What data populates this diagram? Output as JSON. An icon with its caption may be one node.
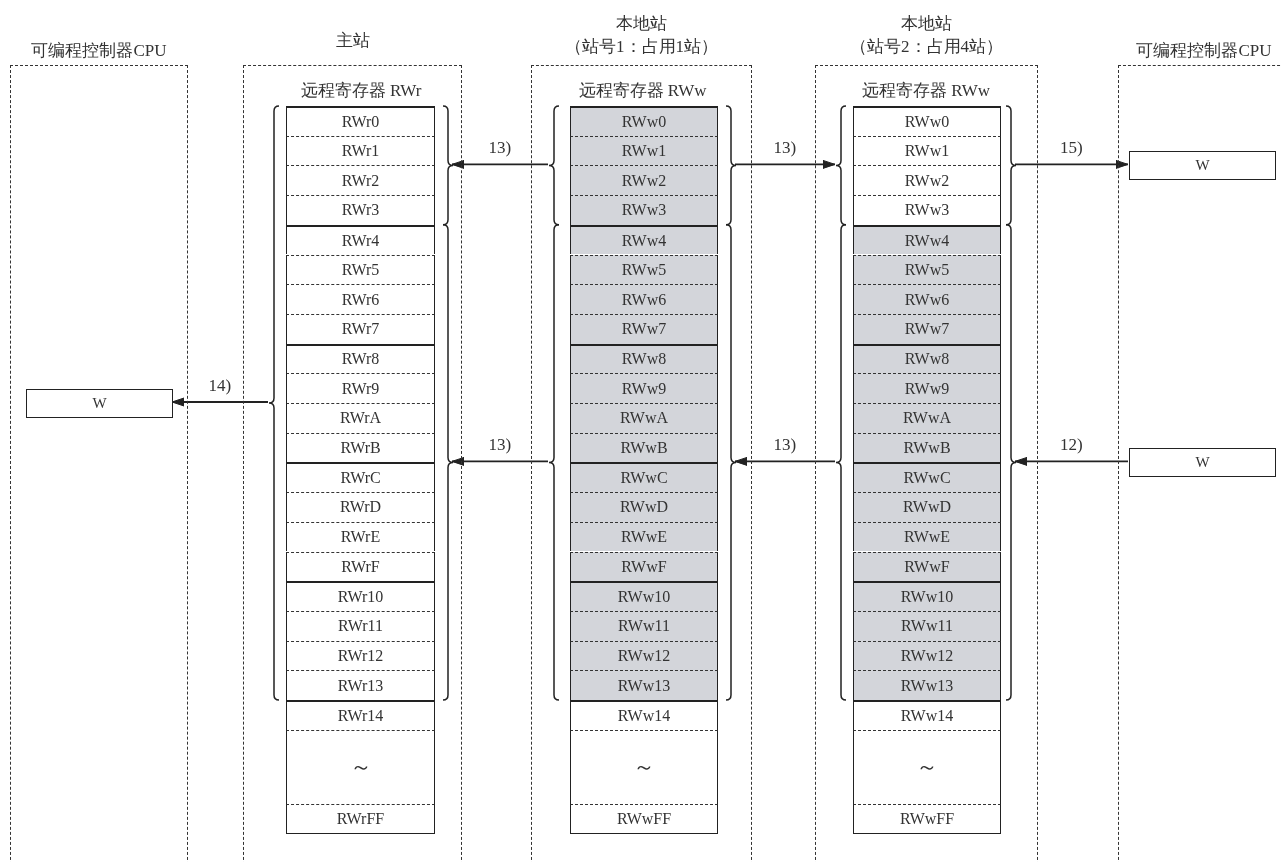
{
  "diagram": {
    "nodes": [
      {
        "text": [
          "可编程控制器CPU"
        ]
      },
      {
        "text": [
          "W"
        ],
        "in": 0
      },
      {
        "text": [
          "主站"
        ]
      },
      {
        "text": [
          "远程寄存器 RWr"
        ],
        "in": 2
      },
      {
        "text": [
          "RWr0"
        ],
        "in": 3
      },
      {
        "text": [
          "RWr1"
        ],
        "in": 3
      },
      {
        "text": [
          "RWr2"
        ],
        "in": 3
      },
      {
        "text": [
          "RWr3"
        ],
        "in": 3
      },
      {
        "text": [
          "RWr4"
        ],
        "in": 3
      },
      {
        "text": [
          "RWr5"
        ],
        "in": 3
      },
      {
        "text": [
          "RWr6"
        ],
        "in": 3
      },
      {
        "text": [
          "RWr7"
        ],
        "in": 3
      },
      {
        "text": [
          "RWr8"
        ],
        "in": 3
      },
      {
        "text": [
          "RWr9"
        ],
        "in": 3
      },
      {
        "text": [
          "RWrA"
        ],
        "in": 3
      },
      {
        "text": [
          "RWrB"
        ],
        "in": 3
      },
      {
        "text": [
          "RWrC"
        ],
        "in": 3
      },
      {
        "text": [
          "RWrD"
        ],
        "in": 3
      },
      {
        "text": [
          "RWrE"
        ],
        "in": 3
      },
      {
        "text": [
          "RWrF"
        ],
        "in": 3
      },
      {
        "text": [
          "RWr10"
        ],
        "in": 3
      },
      {
        "text": [
          "RWr11"
        ],
        "in": 3
      },
      {
        "text": [
          "RWr12"
        ],
        "in": 3
      },
      {
        "text": [
          "RWr13"
        ],
        "in": 3
      },
      {
        "text": [
          "RWr14"
        ],
        "in": 3
      },
      {
        "text": [
          "～"
        ],
        "in": 3
      },
      {
        "text": [
          "RWrFF"
        ],
        "in": 3
      },
      {
        "text": [
          "本地站",
          "（站号1：占用1站）"
        ]
      },
      {
        "text": [
          "远程寄存器 RWw"
        ],
        "in": 27
      },
      {
        "text": [
          "RWw0"
        ],
        "in": 28
      },
      {
        "text": [
          "RWw1"
        ],
        "in": 28
      },
      {
        "text": [
          "RWw2"
        ],
        "in": 28
      },
      {
        "text": [
          "RWw3"
        ],
        "in": 28
      },
      {
        "text": [
          "RWw4"
        ],
        "in": 28
      },
      {
        "text": [
          "RWw5"
        ],
        "in": 28
      },
      {
        "text": [
          "RWw6"
        ],
        "in": 28
      },
      {
        "text": [
          "RWw7"
        ],
        "in": 28
      },
      {
        "text": [
          "RWw8"
        ],
        "in": 28
      },
      {
        "text": [
          "RWw9"
        ],
        "in": 28
      },
      {
        "text": [
          "RWwA"
        ],
        "in": 28
      },
      {
        "text": [
          "RWwB"
        ],
        "in": 28
      },
      {
        "text": [
          "RWwC"
        ],
        "in": 28
      },
      {
        "text": [
          "RWwD"
        ],
        "in": 28
      },
      {
        "text": [
          "RWwE"
        ],
        "in": 28
      },
      {
        "text": [
          "RWwF"
        ],
        "in": 28
      },
      {
        "text": [
          "RWw10"
        ],
        "in": 28
      },
      {
        "text": [
          "RWw11"
        ],
        "in": 28
      },
      {
        "text": [
          "RWw12"
        ],
        "in": 28
      },
      {
        "text": [
          "RWw13"
        ],
        "in": 28
      },
      {
        "text": [
          "RWw14"
        ],
        "in": 28
      },
      {
        "text": [
          "～"
        ],
        "in": 28
      },
      {
        "text": [
          "RWwFF"
        ],
        "in": 28
      },
      {
        "text": [
          "本地站",
          "（站号2：占用4站）"
        ]
      },
      {
        "text": [
          "远程寄存器 RWw"
        ],
        "in": 52
      },
      {
        "text": [
          "RWw0"
        ],
        "in": 53
      },
      {
        "text": [
          "RWw1"
        ],
        "in": 53
      },
      {
        "text": [
          "RWw2"
        ],
        "in": 53
      },
      {
        "text": [
          "RWw3"
        ],
        "in": 53
      },
      {
        "text": [
          "RWw4"
        ],
        "in": 53
      },
      {
        "text": [
          "RWw5"
        ],
        "in": 53
      },
      {
        "text": [
          "RWw6"
        ],
        "in": 53
      },
      {
        "text": [
          "RWw7"
        ],
        "in": 53
      },
      {
        "text": [
          "RWw8"
        ],
        "in": 53
      },
      {
        "text": [
          "RWw9"
        ],
        "in": 53
      },
      {
        "text": [
          "RWwA"
        ],
        "in": 53
      },
      {
        "text": [
          "RWwB"
        ],
        "in": 53
      },
      {
        "text": [
          "RWwC"
        ],
        "in": 53
      },
      {
        "text": [
          "RWwD"
        ],
        "in": 53
      },
      {
        "text": [
          "RWwE"
        ],
        "in": 53
      },
      {
        "text": [
          "RWwF"
        ],
        "in": 53
      },
      {
        "text": [
          "RWw10"
        ],
        "in": 53
      },
      {
        "text": [
          "RWw11"
        ],
        "in": 53
      },
      {
        "text": [
          "RWw12"
        ],
        "in": 53
      },
      {
        "text": [
          "RWw13"
        ],
        "in": 53
      },
      {
        "text": [
          "RWw14"
        ],
        "in": 53
      },
      {
        "text": [
          "～"
        ],
        "in": 53
      },
      {
        "text": [
          "RWwFF"
        ],
        "in": 53
      },
      {
        "text": [
          "可编程控制器CPU"
        ]
      },
      {
        "text": [
          "W"
        ],
        "in": 77
      },
      {
        "text": [
          "W"
        ],
        "in": 77
      }
    ],
    "edges": [
      {
        "from": 28,
        "to": 3,
        "arrow": "to",
        "label": "13)"
      },
      {
        "from": 28,
        "to": 53,
        "arrow": "to",
        "label": "13)"
      },
      {
        "from": 53,
        "to": 78,
        "arrow": "to",
        "label": "15)"
      },
      {
        "from": 3,
        "to": 1,
        "arrow": "to",
        "label": "14)"
      },
      {
        "from": 28,
        "to": 3,
        "arrow": "to",
        "label": "13)"
      },
      {
        "from": 53,
        "to": 28,
        "arrow": "to",
        "label": "13)"
      },
      {
        "from": 79,
        "to": 53,
        "arrow": "to",
        "label": "12)"
      }
    ]
  }
}
